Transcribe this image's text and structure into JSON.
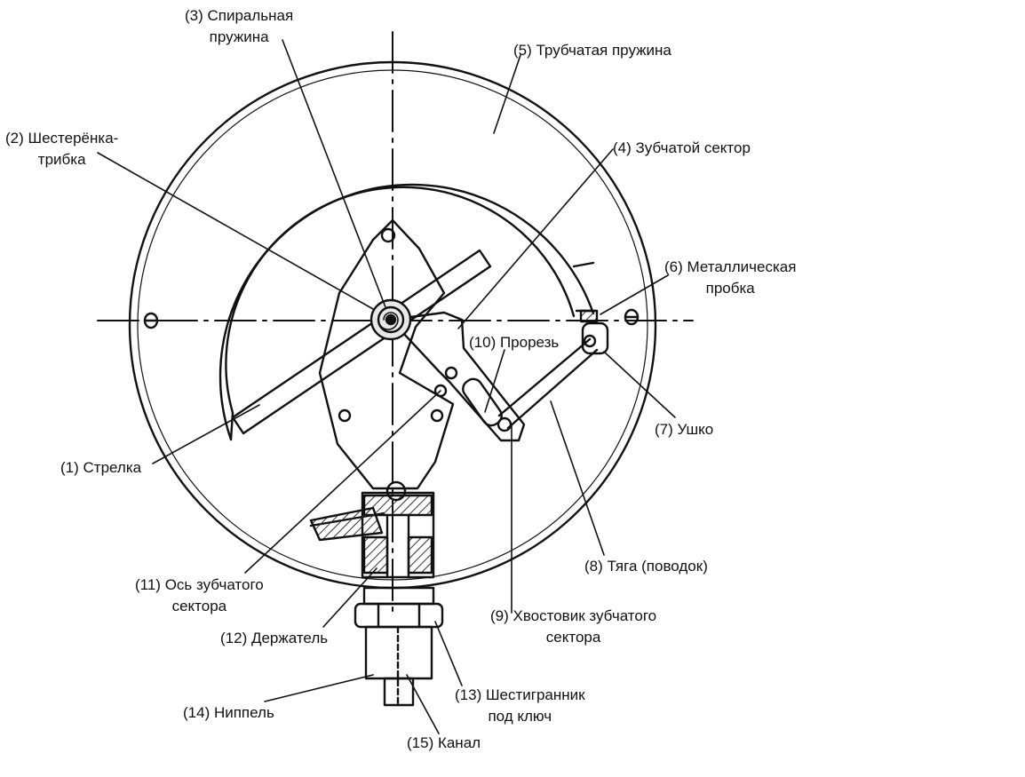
{
  "labels": {
    "l1": "(1) Стрелка",
    "l2": [
      "(2) Шестерёнка-",
      "трибка"
    ],
    "l3": [
      "(3) Спиральная",
      "пружина"
    ],
    "l4": "(4) Зубчатой сектор",
    "l5": "(5) Трубчатая пружина",
    "l6": [
      "(6) Металлическая",
      "пробка"
    ],
    "l7": "(7) Ушко",
    "l8": "(8) Тяга (поводок)",
    "l9": [
      "(9) Хвостовик зубчатого",
      "сектора"
    ],
    "l10": "(10) Прорезь",
    "l11": [
      "(11) Ось зубчатого",
      "сектора"
    ],
    "l12": "(12) Держатель",
    "l13": [
      "(13) Шестигранник",
      "под ключ"
    ],
    "l14": "(14) Ниппель",
    "l15": "(15) Канал"
  },
  "colors": {
    "ink": "#111111",
    "hatch": "#333333",
    "background": "#ffffff"
  }
}
